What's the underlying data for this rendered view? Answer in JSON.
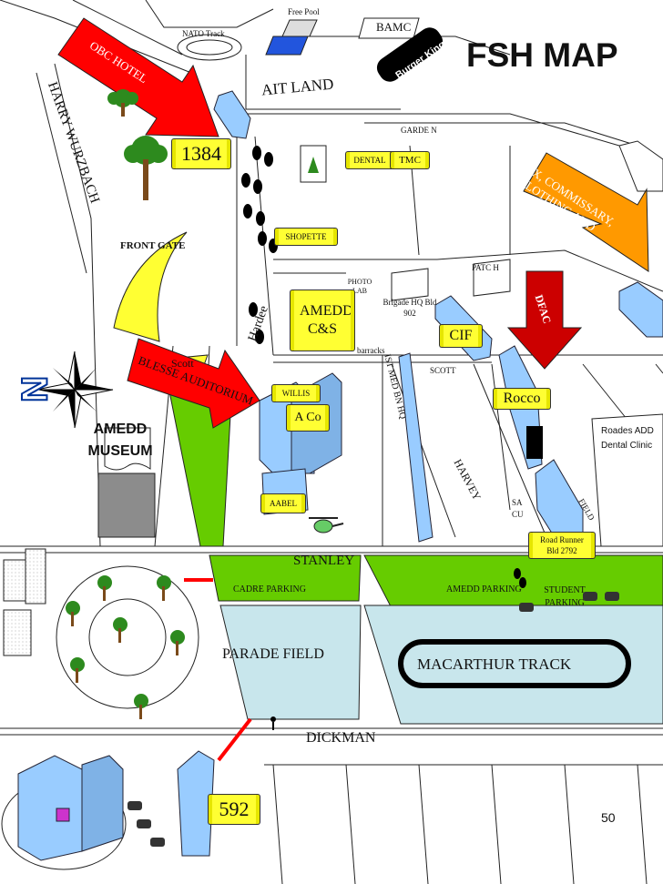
{
  "title": "FSH MAP",
  "page_number": "50",
  "streets": {
    "harry_wurzbach": "HARRY WURZBACH",
    "hardee": "Hardee",
    "scott_top": "SCOTT",
    "scott_left": "Scott",
    "stanley": "STANLEY",
    "dickman": "DICKMAN",
    "harvey": "HARVEY",
    "ist_med_bn_hq": "IST MED BN HQ",
    "field": "FIELD"
  },
  "places": {
    "nato_track": "NATO Track",
    "free_pool": "Free Pool",
    "bamc": "BAMC",
    "ait_land": "AIT LAND",
    "burger_king": "Burger King",
    "obc_hotel": "OBC HOTEL",
    "bld_1384": "1384",
    "front_gate": "FRONT GATE",
    "garden": "GARDE N",
    "dental": "DENTAL",
    "tmc": "TMC",
    "shopette": "SHOPETTE",
    "px": "PX, COMMISSARY, CLOTHING AND SALES",
    "patch": "PATC H",
    "photo_lab": "PHOTO LAB",
    "brigade_hq": "Brigade HQ Bld 902",
    "amedd_cs": "AMEDD C&S",
    "barracks": "barracks",
    "cif": "CIF",
    "dfac": "DFAC",
    "blesse": "BLESSE AUDITORIUM",
    "willis": "WILLIS",
    "rocco": "Rocco",
    "a_co": "A Co",
    "amedd_museum": "AMEDD MUSEUM",
    "roades": "Roades ADD Dental Clinic",
    "aabel": "AABEL",
    "sa_cu": "SA CU",
    "road_runner": "Road Runner Bld 2792",
    "cadre_parking": "CADRE PARKING",
    "amedd_parking": "AMEDD PARKING",
    "student_parking": "STUDENT PARKING",
    "parade_field": "PARADE FIELD",
    "macarthur_track": "MACARTHUR TRACK",
    "bld_592": "592",
    "north": "N"
  },
  "colors": {
    "arrow_red": "#ff0000",
    "arrow_orange": "#ff9900",
    "dfac_red": "#cc0000",
    "building_blue": "#99ccff",
    "scroll_yellow": "#ffff33",
    "field_green": "#66cc00",
    "field_blue": "#c8e6ec",
    "street_line": "#222222"
  }
}
